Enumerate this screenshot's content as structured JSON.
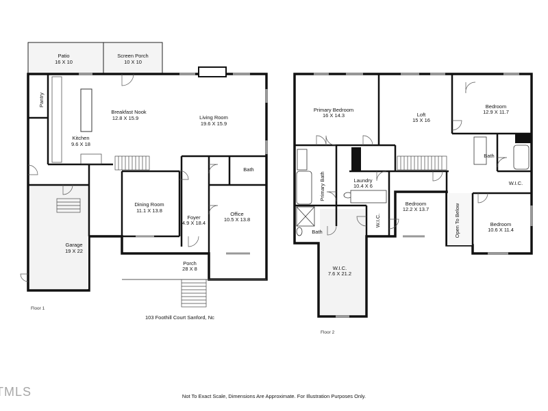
{
  "floor1": {
    "caption": "Floor 1",
    "rooms": [
      {
        "name": "Patio",
        "dims": "16 X 10"
      },
      {
        "name": "Screen Porch",
        "dims": "10 X 10"
      },
      {
        "name": "Pantry",
        "dims": ""
      },
      {
        "name": "Breakfast Nook",
        "dims": "12.8 X 15.9"
      },
      {
        "name": "Living Room",
        "dims": "19.6 X 15.9"
      },
      {
        "name": "Kitchen",
        "dims": "9.6 X 18"
      },
      {
        "name": "Bath",
        "dims": ""
      },
      {
        "name": "Dining Room",
        "dims": "11.1 X 13.8"
      },
      {
        "name": "Foyer",
        "dims": "4.9 X 18.4"
      },
      {
        "name": "Office",
        "dims": "10.5 X 13.8"
      },
      {
        "name": "Garage",
        "dims": "19 X 22"
      },
      {
        "name": "Porch",
        "dims": "28 X 8"
      }
    ]
  },
  "floor2": {
    "caption": "Floor 2",
    "rooms": [
      {
        "name": "Primary Bedroom",
        "dims": "16 X 14.3"
      },
      {
        "name": "Loft",
        "dims": "15 X 16"
      },
      {
        "name": "Bedroom",
        "dims": "12.9 X 11.7"
      },
      {
        "name": "Bath",
        "dims": ""
      },
      {
        "name": "Laundry",
        "dims": "10.4 X 6"
      },
      {
        "name": "Primary Bath",
        "dims": ""
      },
      {
        "name": "W.I.C.",
        "dims": ""
      },
      {
        "name": "Bedroom",
        "dims": "12.2 X 13.7"
      },
      {
        "name": "W.I.C.",
        "dims": ""
      },
      {
        "name": "Open To Below",
        "dims": ""
      },
      {
        "name": "Bedroom",
        "dims": "10.6 X 11.4"
      },
      {
        "name": "Bath",
        "dims": ""
      },
      {
        "name": "W.I.C.",
        "dims": "7.6 X 21.2"
      }
    ]
  },
  "address": "103 Foothill Court Sanford, Nc",
  "disclaimer": "Not To Exact Scale, Dimensions Are Approximate. For Illustration Purposes Only.",
  "watermark": "TMLS"
}
